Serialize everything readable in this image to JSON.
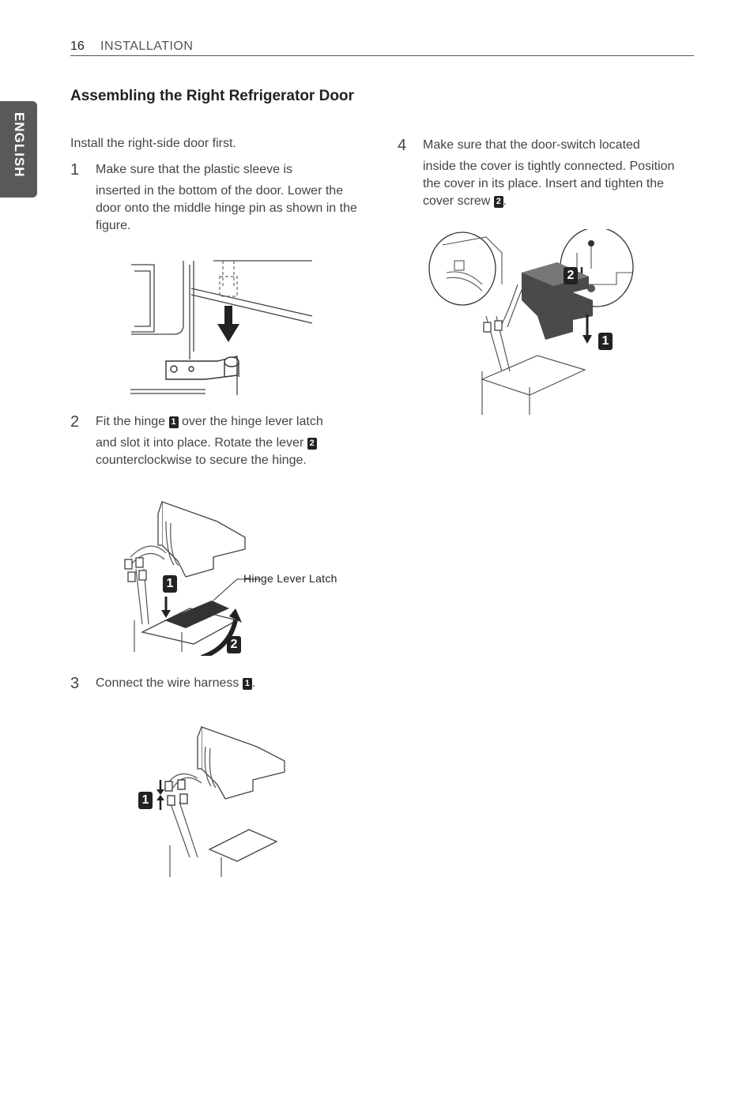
{
  "header": {
    "page_number": "16",
    "section": "INSTALLATION"
  },
  "language_tab": "ENGLISH",
  "title": "Assembling the Right Refrigerator Door",
  "intro": "Install the right-side door first.",
  "steps": [
    {
      "num": "1",
      "line1": "Make sure that the plastic sleeve is",
      "rest": "inserted in the bottom of the door. Lower the door onto the middle hinge pin as shown in the figure."
    },
    {
      "num": "2",
      "line1_a": "Fit the hinge ",
      "badge1": "1",
      "line1_b": " over the hinge lever latch",
      "line2_a": "and slot it into place. Rotate the lever ",
      "badge2": "2",
      "line3": "counterclockwise to secure the hinge."
    },
    {
      "num": "3",
      "text_a": "Connect the wire harness ",
      "badge": "1",
      "text_b": "."
    },
    {
      "num": "4",
      "line1": "Make sure that the door-switch located",
      "rest_a": "inside the cover is tightly connected. Position the cover in its place. Insert and tighten the cover screw ",
      "badge": "2",
      "rest_b": "."
    }
  ],
  "figures": {
    "fig2_label": "Hinge Lever Latch",
    "fig2_callout1": "1",
    "fig2_callout2": "2",
    "fig3_callout1": "1",
    "fig4_callout1": "1",
    "fig4_callout2": "2"
  }
}
